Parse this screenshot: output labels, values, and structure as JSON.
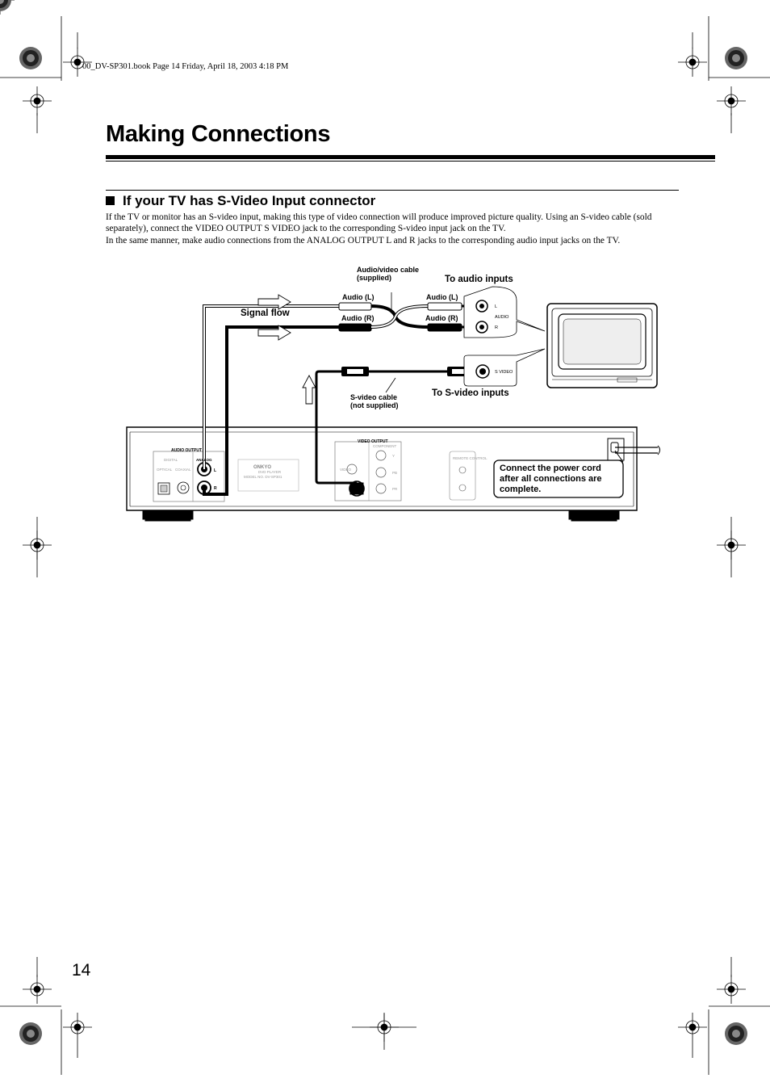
{
  "print_header": "00_DV-SP301.book  Page 14  Friday, April 18, 2003  4:18 PM",
  "title": "Making Connections",
  "section": {
    "heading": "If your TV has S-Video Input connector",
    "paragraphs": [
      "If the TV or monitor has an S-video input, making this type of video connection will produce improved picture quality. Using an S-video cable (sold separately), connect the VIDEO OUTPUT S VIDEO jack to the corresponding S-video input jack on the TV.",
      "In the same manner, make audio connections from the ANALOG OUTPUT L and R jacks to the corresponding audio input jacks on the TV."
    ]
  },
  "diagram": {
    "audio_video_cable": "Audio/video cable\n(supplied)",
    "to_audio_inputs": "To audio inputs",
    "audio_l_left": "Audio (L)",
    "audio_r_left": "Audio (R)",
    "audio_l_right": "Audio (L)",
    "audio_r_right": "Audio (R)",
    "signal_flow": "Signal flow",
    "s_video_cable": "S-video cable\n(not supplied)",
    "to_s_video_inputs": "To S-video inputs",
    "tv_jack_l": "L",
    "tv_jack_audio": "AUDIO",
    "tv_jack_r": "R",
    "tv_jack_svideo": "S VIDEO",
    "power_note": "Connect the power cord after all connections are complete.",
    "player_panel": {
      "audio_output": "AUDIO OUTPUT",
      "digital": "DIGITAL",
      "analog": "ANALOG",
      "optical": "OPTICAL",
      "coaxial": "COAXIAL",
      "l": "L",
      "r": "R",
      "brand": "ONKYO",
      "product": "DVD PLAYER",
      "model": "MODEL NO. DV-SP301",
      "video_output": "VIDEO OUTPUT",
      "component": "COMPONENT",
      "video": "VIDEO",
      "y": "Y",
      "pb": "PB",
      "pr": "PR",
      "remote_control": "REMOTE CONTROL"
    }
  },
  "page_number": "14"
}
